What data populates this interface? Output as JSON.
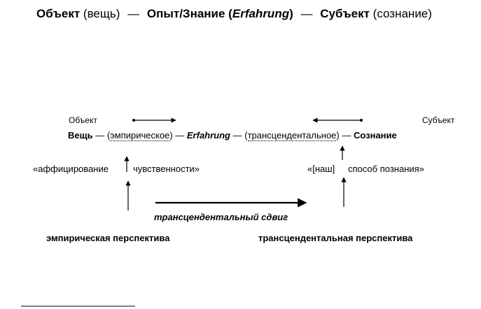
{
  "heading": {
    "object_bold": "Объект",
    "object_paren": "(вещь)",
    "dash1": "—",
    "experience_bold": "Опыт/Знание (",
    "experience_term": "Erfahrung",
    "experience_close": ")",
    "dash2": "—",
    "subject_bold": "Субъект",
    "subject_paren": "(сознание)"
  },
  "diagram": {
    "label_object": "Объект",
    "label_subject": "Субъект",
    "row": {
      "thing": "Вещь",
      "dash_a": " — (",
      "empirical": "эмпирическое",
      "dash_b": ") — ",
      "erfahrung": "Erfahrung",
      "dash_c": " — (",
      "transcendental": "трансцендентальное",
      "dash_d": ") — ",
      "consciousness": "Сознание"
    },
    "affect_left": "«аффицирование",
    "affect_right": "чувственности»",
    "mode_left": "«[наш]",
    "mode_right": "способ познания»",
    "shift": "трансцендентальный сдвиг",
    "persp_empirical": "эмпирическая перспектива",
    "persp_transcendental": "трансцендентальная перспектива"
  },
  "colors": {
    "ink": "#000000",
    "background": "#ffffff"
  }
}
